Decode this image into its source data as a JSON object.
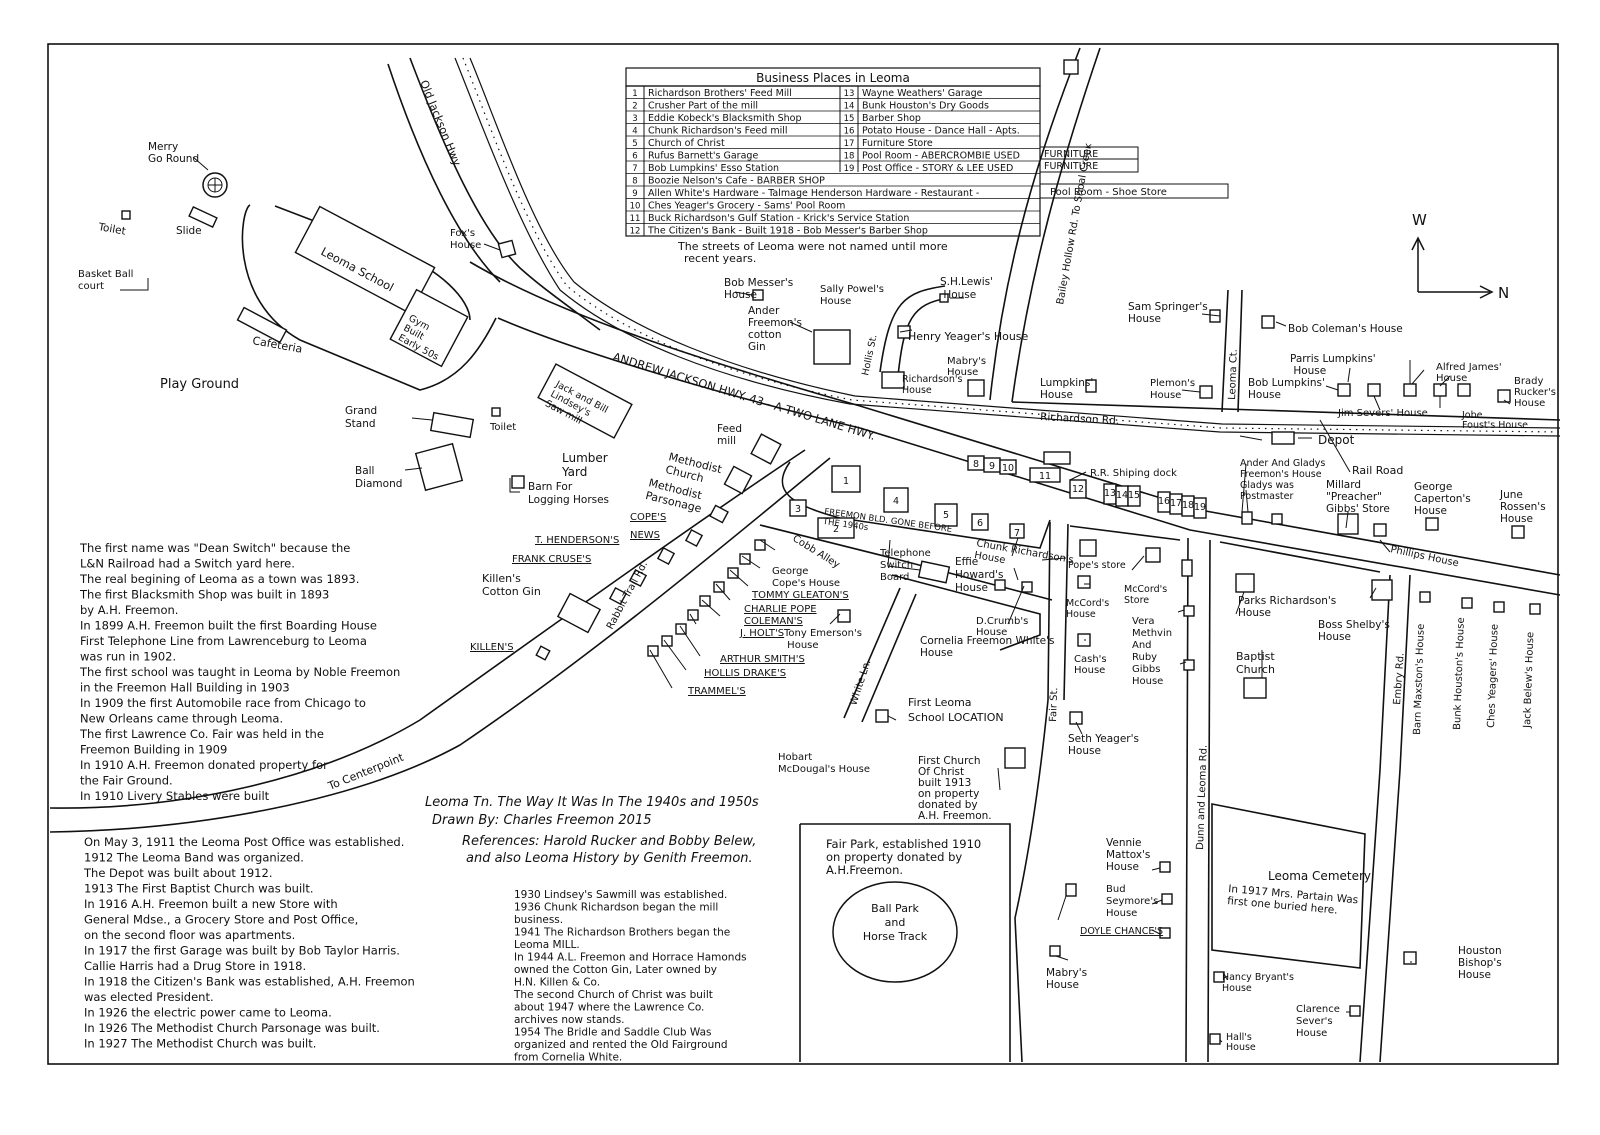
{
  "business_table": {
    "title": "Business Places in Leoma",
    "left": [
      {
        "n": "1",
        "name": "Richardson Brothers' Feed Mill"
      },
      {
        "n": "2",
        "name": "Crusher Part of the mill"
      },
      {
        "n": "3",
        "name": "Eddie Kobeck's Blacksmith Shop"
      },
      {
        "n": "4",
        "name": "Chunk Richardson's Feed mill"
      },
      {
        "n": "5",
        "name": "Church of Christ"
      },
      {
        "n": "6",
        "name": "Rufus Barnett's Garage"
      },
      {
        "n": "7",
        "name": "Bob Lumpkins' Esso Station"
      }
    ],
    "right": [
      {
        "n": "13",
        "name": "Wayne Weathers' Garage"
      },
      {
        "n": "14",
        "name": "Bunk Houston's Dry Goods"
      },
      {
        "n": "15",
        "name": "Barber Shop"
      },
      {
        "n": "16",
        "name": "Potato House - Dance Hall - Apts."
      },
      {
        "n": "17",
        "name": "Furniture Store"
      },
      {
        "n": "18",
        "name": "Pool Room - ABERCROMBIE USED"
      },
      {
        "n": "19",
        "name": "Post Office - STORY & LEE USED"
      }
    ],
    "ext18": "FURNITURE",
    "ext19": "FURNITURE",
    "wide": [
      {
        "n": "8",
        "name": "Boozie Nelson's Cafe - BARBER SHOP"
      },
      {
        "n": "9",
        "name": "Allen White's Hardware - Talmage Henderson Hardware - Restaurant -"
      },
      {
        "n": "10",
        "name": "Ches Yeager's Grocery - Sams' Pool Room"
      },
      {
        "n": "11",
        "name": "Buck Richardson's Gulf Station - Krick's Service Station"
      },
      {
        "n": "12",
        "name": "The Citizen's Bank - Built 1918 - Bob Messer's Barber Shop"
      }
    ],
    "ext9": "Pool Room - Shoe Store",
    "note": "The streets of Leoma were not named until more recent years."
  },
  "compass": {
    "w": "W",
    "n": "N"
  },
  "roads": {
    "old_jackson": "Old Jackson Hwy.",
    "andrew_jackson": "ANDREW JACKSON HWY. 43 - A TWO LANE HWY.",
    "bailey": "Bailey Hollow Rd. To Shoal Creek",
    "richardson": "Richardson Rd.",
    "leoma_ct": "Leoma Ct.",
    "railroad": "Rail Road",
    "rabbit": "Rabbit Trail Rd.",
    "centerpoint": "To Centerpoint",
    "cobb": "Cobb Alley",
    "white": "White Ln.",
    "fair": "Fair St.",
    "dunn": "Dunn and Leoma Rd.",
    "embry": "Embry Rd.",
    "phillips": "Phillips House",
    "hollis": "Hollis St."
  },
  "places": {
    "merry": "Merry Go Round",
    "toilet1": "Toilet",
    "slide": "Slide",
    "basket": "Basket Ball court",
    "school": "Leoma School",
    "gym": "Gym Built Early 50s",
    "cafeteria": "Cafeteria",
    "playground": "Play Ground",
    "grandstand": "Grand Stand",
    "toilet2": "Toilet",
    "ball": "Ball Diamond",
    "fox": "Fox's House",
    "sawmill": "Jack and Bill Lindsey's Saw mill",
    "lumber": "Lumber Yard",
    "barn": "Barn For Logging Horses",
    "feedmill": "Feed mill",
    "methodist": "Methodist Church",
    "parsonage": "Methodist Parsonage",
    "copes": "COPE'S",
    "news": "NEWS",
    "thend": "T. HENDERSON'S",
    "cruse": "FRANK CRUSE'S",
    "killen_gin": "Killen's Cotton Gin",
    "killens": "KILLEN'S",
    "messer": "Bob Messer's House",
    "sally": "Sally Powel's House",
    "anderfreemon_gin": "Ander Freemon's cotton Gin",
    "shlewis": "S.H.Lewis' House",
    "henryy": "Henry Yeager's House",
    "richardsons": "Richardson's House",
    "mabry1": "Mabry's House",
    "springer": "Sam Springer's House",
    "lumpkins": "Lumpkins' House",
    "plemons": "Plemon's House",
    "coleman": "Bob Coleman's House",
    "parris": "Parris Lumpkins' House",
    "bobl": "Bob Lumpkins' House",
    "alfred": "Alfred James' House",
    "brady": "Brady Rucker's House",
    "jim": "Jim Severs' House",
    "jobe": "Jobe Foust's House",
    "depot": "Depot",
    "anderglad": "Ander And Gladys Freemon's House Gladys was Postmaster",
    "millard": "Millard \"Preacher\" Gibbs' Store",
    "caperton": "George Caperton's House",
    "rossen": "June Rossen's House",
    "rrdock": "R.R. Shiping dock",
    "freemonbld": "FREEMON BLD. GONE BEFORE THE 1940s",
    "chunk": "Chunk Richardson's House",
    "phone": "Telephone Switch Board",
    "effie": "Effie Howard's House",
    "george": "George Cope's House",
    "tommy": "TOMMY GLEATON'S",
    "charlie": "CHARLIE POPE",
    "colemans": "COLEMAN'S",
    "jholt": "J. HOLT'S",
    "tony": "Tony Emerson's House",
    "arthur": "ARTHUR SMITH'S",
    "hollis": "HOLLIS DRAKE'S",
    "trammel": "TRAMMEL'S",
    "crumbs": "D.Crumb's House",
    "cornelia": "Cornelia Freemon White's House",
    "popes": "Pope's store",
    "mccords_h": "McCord's House",
    "mccords_s": "McCord's Store",
    "vera": "Vera Methvin And Ruby Gibbs House",
    "cash": "Cash's House",
    "parks": "Parks Richardson's House",
    "boss": "Boss Shelby's House",
    "baptist": "Baptist Church",
    "barn_m": "Barn Maxston's House",
    "bunk": "Bunk Houston's House",
    "ches": "Ches Yeagers' House",
    "jack": "Jack Belew's House",
    "firstschool": "First Leoma School LOCATION",
    "hobart": "Hobart McDougal's House",
    "seth": "Seth Yeager's House",
    "firstchurch": "First Church Of Christ built 1913 on property donated by A.H. Freemon.",
    "fairpark": "Fair Park, established 1910 on property donated by A.H.Freemon.",
    "ballpark": "Ball Park and Horse Track",
    "vennie": "Vennie Mattox's House",
    "bud": "Bud Seymore's House",
    "doyle": "DOYLE CHANCE'S",
    "mabry2": "Mabry's House",
    "cemetery": "Leoma Cemetery",
    "partain": "In 1917 Mrs. Partain Was first one buried here.",
    "houston": "Houston Bishop's House",
    "nancy": "Nancy Bryant's House",
    "clarence": "Clarence Sever's House",
    "halls": "Hall's House"
  },
  "numbers": [
    "1",
    "2",
    "3",
    "4",
    "5",
    "6",
    "7",
    "8",
    "9",
    "10",
    "11",
    "12",
    "13",
    "14",
    "15",
    "16",
    "17",
    "18",
    "19"
  ],
  "title_block": {
    "line1": "Leoma Tn. The Way It Was In The 1940s and 1950s",
    "line2": "Drawn By: Charles Freemon 2015",
    "line3": "References: Harold Rucker and Bobby Belew,",
    "line4": "and also Leoma History by Genith Freemon."
  },
  "history_left": [
    "The first name was \"Dean Switch\" because the",
    "L&N Railroad had a Switch yard here.",
    "The real begining of Leoma as a town was 1893.",
    "The first Blacksmith Shop was built in 1893",
    "by A.H. Freemon.",
    "In 1899 A.H. Freemon built the first Boarding House",
    "First Telephone Line from Lawrenceburg to Leoma",
    "was run in 1902.",
    "The first school was taught in Leoma by Noble Freemon",
    "in the Freemon Hall Building in 1903",
    "In 1909 the first Automobile race from Chicago to",
    "New Orleans came through Leoma.",
    "The first Lawrence Co. Fair was held in the",
    "Freemon Building in 1909",
    "In 1910 A.H. Freemon donated property for",
    "the Fair Ground.",
    "In 1910 Livery Stables were built"
  ],
  "history_bottom": [
    "On May 3, 1911 the Leoma Post Office was established.",
    "1912 The Leoma Band was organized.",
    "The Depot was built about 1912.",
    "1913 The First Baptist Church was built.",
    "In 1916 A.H. Freemon built a new Store with",
    "General Mdse., a Grocery Store and Post Office,",
    "on the second floor was apartments.",
    "In 1917 the first Garage was built by Bob Taylor Harris.",
    "Callie Harris had a Drug Store in 1918.",
    "In 1918 the Citizen's Bank was established, A.H. Freemon",
    "was elected President.",
    "In 1926 the electric power came to Leoma.",
    "In 1926 The Methodist Church Parsonage was built.",
    "In 1927 The Methodist Church was built."
  ],
  "history_middle": [
    "1930 Lindsey's Sawmill was established.",
    "1936 Chunk Richardson began the mill",
    "business.",
    "1941 The Richardson Brothers began the",
    "Leoma MILL.",
    "In 1944 A.L. Freemon and Horrace Hamonds",
    "owned the Cotton Gin, Later owned by",
    "H.N. Killen & Co.",
    "The second Church of Christ was built",
    "about 1947 where the Lawrence Co.",
    "archives now stands.",
    "1954 The Bridle and Saddle Club Was",
    "organized and rented the Old Fairground",
    "from Cornelia White."
  ]
}
